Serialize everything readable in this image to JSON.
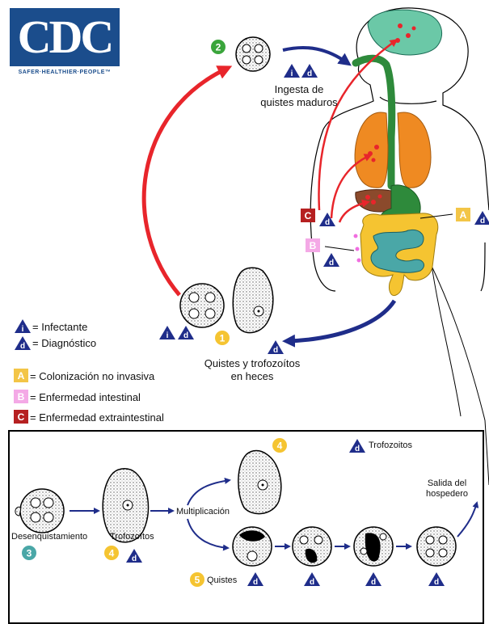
{
  "logo": {
    "text": "CDC",
    "tagline": "SAFER·HEALTHIER·PEOPLE™"
  },
  "colors": {
    "red_arrow": "#e8252b",
    "blue_arrow": "#1f2d8a",
    "stage_number": "#f5c431",
    "stage2_number": "#3aa53b",
    "stage3_number": "#4aa7a7",
    "badge_A": "#f3c547",
    "badge_B": "#f4a9e6",
    "badge_C": "#b62021",
    "organ_lungs": "#ef8a22",
    "organ_liver": "#8b4a2c",
    "organ_stomach": "#2e8a3b",
    "organ_small_intestine": "#4aa7a7",
    "organ_large_intestine": "#f5c431",
    "brain": "#6bc8a7"
  },
  "stages": {
    "s1": {
      "number": "1",
      "label": [
        "Quistes y trofozoítos",
        "en heces"
      ]
    },
    "s2": {
      "number": "2",
      "label": [
        "Ingesta de",
        "quistes maduros"
      ]
    },
    "s3": {
      "number": "3",
      "label": "Desenquistamiento"
    },
    "s4": {
      "number": "4",
      "label": "Trofozoítos"
    },
    "s4b": {
      "number": "4",
      "label": "Trofozoitos"
    },
    "s5": {
      "number": "5",
      "label": "Quistes"
    }
  },
  "markers": {
    "i": "i",
    "d": "d"
  },
  "badges": {
    "A": "A",
    "B": "B",
    "C": "C"
  },
  "legend": {
    "infectante": "= Infectante",
    "diagnostico": "= Diagnóstico",
    "A": "= Colonización no invasiva",
    "B": "= Enfermedad intestinal",
    "C": "= Enfermedad extraintestinal"
  },
  "bottom": {
    "multiplicacion": "Multiplicación",
    "salida": [
      "Salida del",
      "hospedero"
    ]
  }
}
